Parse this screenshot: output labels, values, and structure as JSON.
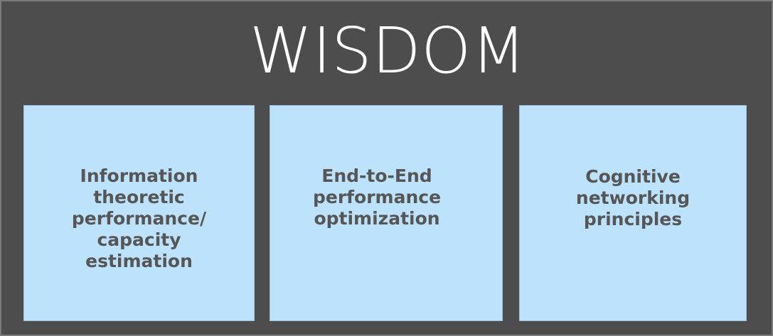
{
  "slide": {
    "title": "WISDOM",
    "background_color": "#4d4d4d",
    "title_color": "#ffffff",
    "border_color": "#7a7a7a"
  },
  "boxes": [
    {
      "id": "box-1",
      "text": "Information theoretic\nperformance/ capacity\nestimation",
      "fill_color": "#bde2fc",
      "text_color": "#565656"
    },
    {
      "id": "box-2",
      "text": "End-to-End\nperformance\noptimization",
      "fill_color": "#bde2fc",
      "text_color": "#565656"
    },
    {
      "id": "box-3",
      "text": "Cognitive networking\nprinciples",
      "fill_color": "#bde2fc",
      "text_color": "#565656"
    }
  ]
}
